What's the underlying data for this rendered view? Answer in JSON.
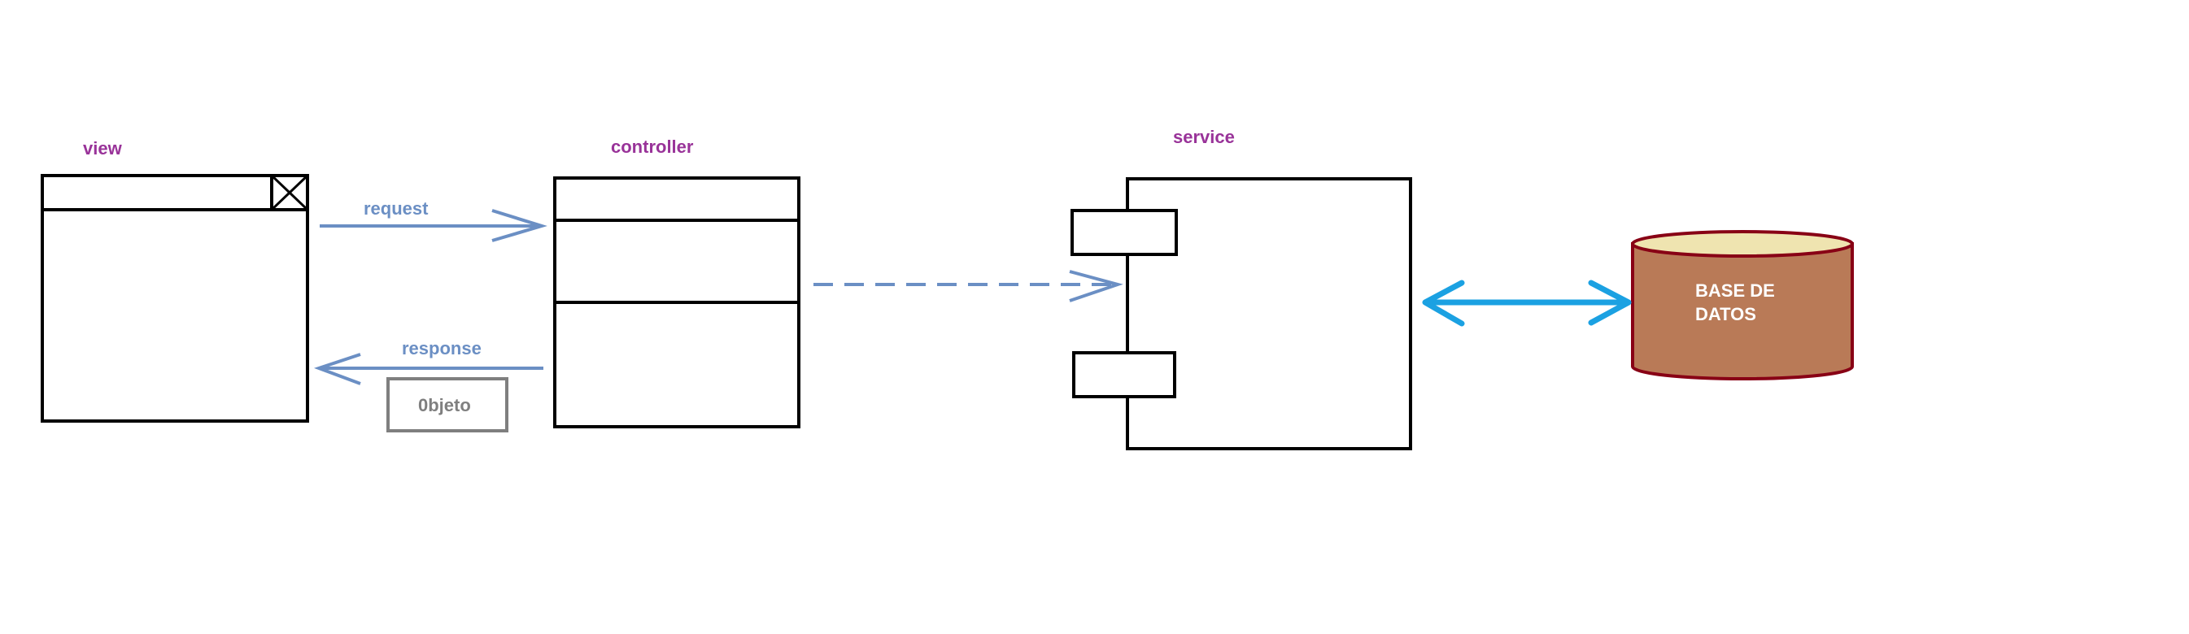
{
  "components": {
    "view": "view",
    "controller": "controller",
    "service": "service",
    "database": {
      "line1": "BASE DE",
      "line2": "DATOS"
    }
  },
  "arrows": {
    "request": "request",
    "response": "response"
  },
  "payload": {
    "label": "0bjeto"
  },
  "colors": {
    "component_label": "#993399",
    "arrow_blue": "#6b8fc4",
    "db_arrow": "#1ba1e2",
    "db_body": "#b97a57",
    "db_top": "#efe4b0",
    "db_border": "#880015",
    "payload_border": "#7f7f7f",
    "outline": "#000000"
  }
}
